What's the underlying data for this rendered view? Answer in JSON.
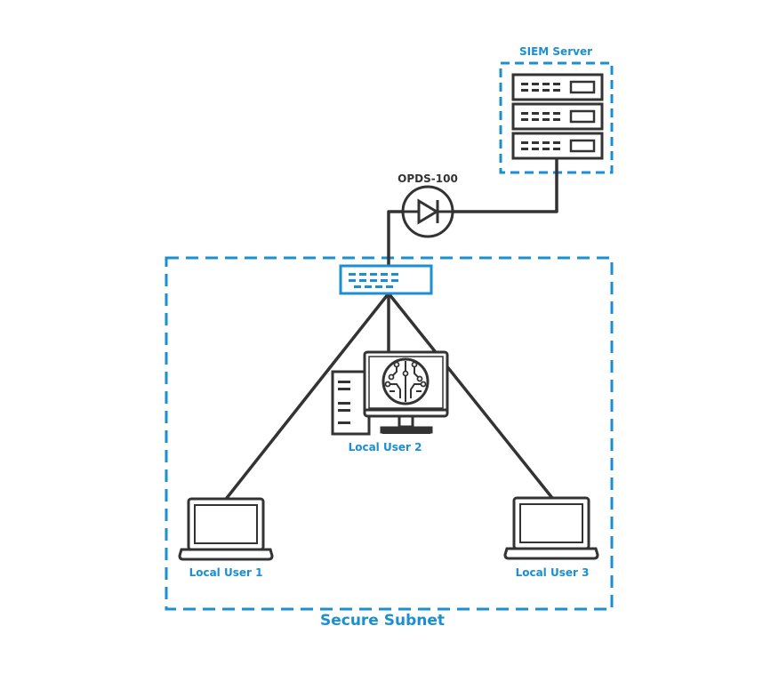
{
  "labels": {
    "siem": "SIEM Server",
    "opds": "OPDS-100",
    "user1": "Local User 1",
    "user2": "Local User 2",
    "user3": "Local User 3",
    "subnet": "Secure Subnet"
  },
  "icons": {
    "siem": "server-rack-icon",
    "opds": "diode-icon",
    "switch": "network-switch-icon",
    "user1": "laptop-icon",
    "user2": "workstation-icon",
    "user3": "laptop-icon"
  },
  "colors": {
    "accent": "#1a8fd1",
    "stroke": "#333333"
  }
}
